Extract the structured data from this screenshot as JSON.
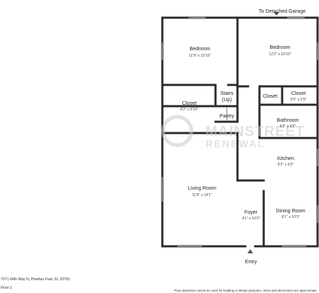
{
  "labels": {
    "garage": "To Detached Garage",
    "entry": "Entry"
  },
  "rooms": {
    "bedroom_left": {
      "name": "Bedroom",
      "dim": "11'9\" x 10'10\""
    },
    "bedroom_right": {
      "name": "Bedroom",
      "dim": "12'2\" x 10'10\""
    },
    "closet_left": {
      "name": "Closet",
      "dim": "8'2\" x 5'10\""
    },
    "stairs": {
      "name": "Stairs",
      "sub": "(Up)"
    },
    "closet_small": {
      "name": "Closet"
    },
    "closet_right": {
      "name": "Closet",
      "dim": "5'6\" x 2'9\""
    },
    "pantry": {
      "name": "Pantry"
    },
    "bathroom": {
      "name": "Bathroom",
      "dim": "6'0\" x 5'5\""
    },
    "kitchen": {
      "name": "Kitchen",
      "dim": "9'2\" x 6'2\""
    },
    "living": {
      "name": "Living Room",
      "dim": "11'9\" x 19'1\""
    },
    "foyer": {
      "name": "Foyer",
      "dim": "4'1\" x 10'3\""
    },
    "dining": {
      "name": "Dining Room",
      "dim": "8'1\" x 10'3\""
    }
  },
  "watermark": {
    "line1": "MAINSTREET",
    "line2": "RENEWAL"
  },
  "footer": {
    "address": "7071 64th Way N, Pinellas Park, FL 33781",
    "floor": "Floor 1",
    "disclaimer": "Floor plans/tour cannot be used for building or design purposes. Sizes and dimensions are approximate."
  },
  "colors": {
    "wall": "#2b2b2b",
    "window": "#9a9a9a",
    "watermark": "#c9c9c9"
  }
}
